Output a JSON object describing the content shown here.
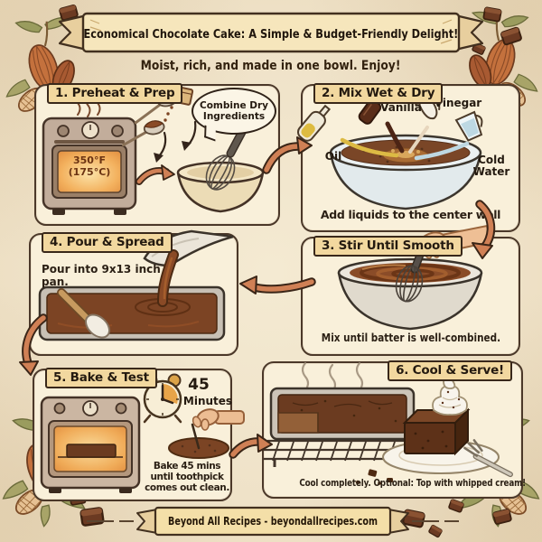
{
  "header": {
    "title": "Economical Chocolate Cake: A Simple & Budget-Friendly Delight!",
    "subtitle": "Moist, rich, and made in one bowl. Enjoy!"
  },
  "steps": [
    {
      "label": "1. Preheat & Prep",
      "bubble": "Combine Dry Ingredients",
      "oven_display": [
        "350°F",
        "(175°C)"
      ]
    },
    {
      "label": "2. Mix Wet & Dry",
      "ingredients": [
        "Oil",
        "Vanilla",
        "Vinegar",
        "Cold Water"
      ],
      "caption": "Add liquids to the center well"
    },
    {
      "label": "3. Stir Until Smooth",
      "caption": "Mix until batter is well-combined."
    },
    {
      "label": "4. Pour & Spread",
      "caption": "Pour into 9x13 inch pan."
    },
    {
      "label": "5. Bake & Test",
      "timer": {
        "value": "45",
        "unit": "Minutes"
      },
      "caption": "Bake 45 mins until toothpick comes out clean."
    },
    {
      "label": "6. Cool & Serve!",
      "caption": "Cool completely. Optional: Top with whipped cream!"
    }
  ],
  "footer": {
    "banner": "Beyond All Recipes - beyondallrecipes.com"
  },
  "colors": {
    "parchment": "#efe2c8",
    "panel": "#f9f0da",
    "outline": "#46342a",
    "label_bg": "#f2d89f",
    "arrow": "#d08055",
    "batter": "#8a4c28",
    "chocolate": "#6b3a22",
    "cream": "#f8f4ec",
    "glow": "#f3b15e"
  }
}
